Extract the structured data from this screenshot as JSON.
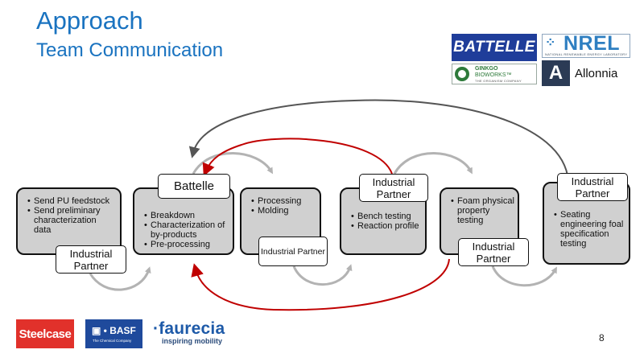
{
  "header": {
    "title": "Approach",
    "subtitle": "Team Communication"
  },
  "logos_top": {
    "battelle": "BATTELLE",
    "nrel_mark": "⁘",
    "nrel": "NREL",
    "nrel_sub": "NATIONAL RENEWABLE ENERGY LABORATORY",
    "ginkgo_line1": "GINKGO",
    "ginkgo_line2": "BIOWORKS™",
    "ginkgo_line3": "THE ORGANISM COMPANY",
    "allonnia_mark": "A",
    "allonnia": "Allonnia"
  },
  "steps": [
    {
      "bullets": [
        "Send PU feedstock",
        "Send preliminary characterization data"
      ],
      "actor": "Industrial Partner"
    },
    {
      "bullets": [
        "Breakdown",
        "Characterization of by-products",
        "Pre-processing"
      ],
      "actor": "Battelle"
    },
    {
      "bullets": [
        "Processing",
        "Molding"
      ],
      "actor": "Industrial Partner"
    },
    {
      "bullets": [
        "Bench testing",
        "Reaction profile"
      ],
      "actor": "Industrial Partner"
    },
    {
      "bullets": [
        "Foam physical property testing"
      ],
      "actor": "Industrial Partner"
    },
    {
      "bullets": [
        "Seating engineering foal specification testing"
      ],
      "actor": "Industrial Partner"
    }
  ],
  "colors": {
    "title": "#1a73c0",
    "box_fill": "#d0d0d0",
    "forward_arrow": "#b3b3b3",
    "feedback_arrow": "#c00000",
    "long_feedback_arrow": "#555555"
  },
  "logos_bottom": {
    "steelcase": "Steelcase",
    "basf": "▣ • BASF",
    "basf_sub": "The Chemical Company",
    "faurecia": "·faurecia",
    "faurecia_sub": "inspiring mobility"
  },
  "footer": {
    "page_number": "8"
  }
}
